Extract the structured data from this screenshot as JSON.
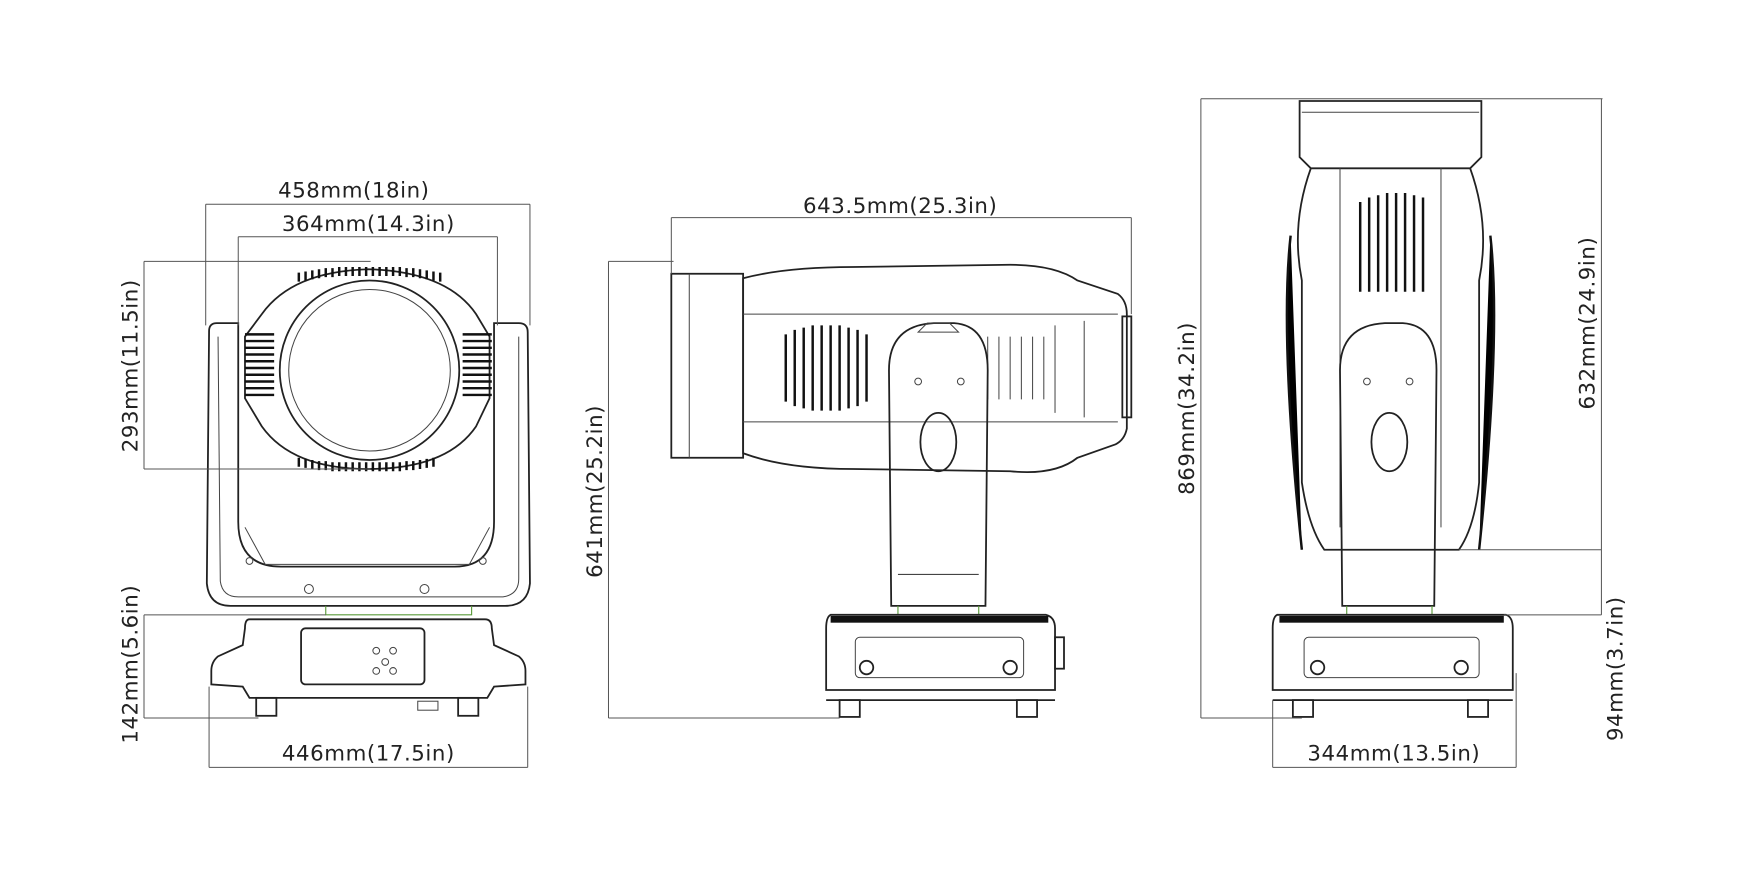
{
  "views": {
    "front": {
      "overall_width": "458mm(18in)",
      "head_width": "364mm(14.3in)",
      "head_height": "293mm(11.5in)",
      "base_height": "142mm(5.6in)",
      "base_width": "446mm(17.5in)"
    },
    "side": {
      "head_length": "643.5mm(25.3in)",
      "total_height": "641mm(25.2in)"
    },
    "rear": {
      "total_height": "869mm(34.2in)",
      "head_height": "632mm(24.9in)",
      "clearance": "94mm(3.7in)",
      "base_width": "344mm(13.5in)"
    }
  }
}
